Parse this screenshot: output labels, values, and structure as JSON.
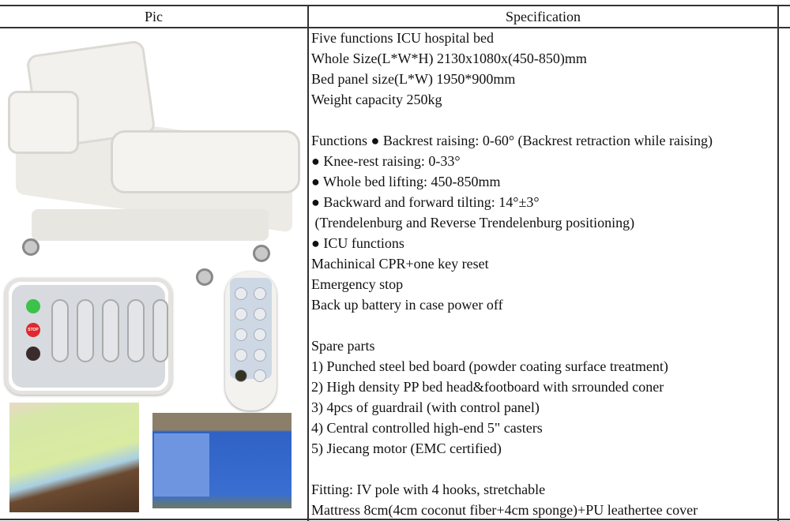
{
  "table": {
    "headers": [
      "Pic",
      "Specification"
    ],
    "spec_lines": [
      "Five functions ICU hospital bed",
      "Whole Size(L*W*H) 2130x1080x(450-850)mm",
      "Bed panel size(L*W) 1950*900mm",
      "Weight capacity 250kg",
      "",
      "Functions ● Backrest raising: 0-60° (Backrest retraction while raising)",
      "● Knee-rest raising: 0-33°",
      "● Whole bed lifting: 450-850mm",
      "● Backward and forward tilting: 14°±3°",
      " (Trendelenburg and Reverse Trendelenburg positioning)",
      "● ICU functions",
      "Machinical CPR+one key reset",
      "Emergency stop",
      "Back up battery in case power off",
      "",
      "Spare parts",
      "1) Punched steel bed board (powder coating surface treatment)",
      "2) High density PP bed head&footboard with srrounded coner",
      "3) 4pcs of guardrail (with control panel)",
      "4) Central controlled high-end 5\" casters",
      "5) Jiecang motor (EMC certified)",
      "",
      "Fitting: IV pole with 4 hooks, stretchable",
      "Mattress 8cm(4cm coconut fiber+4cm sponge)+PU leathertee cover"
    ]
  },
  "control_panel": {
    "stop_label": "STOP"
  }
}
